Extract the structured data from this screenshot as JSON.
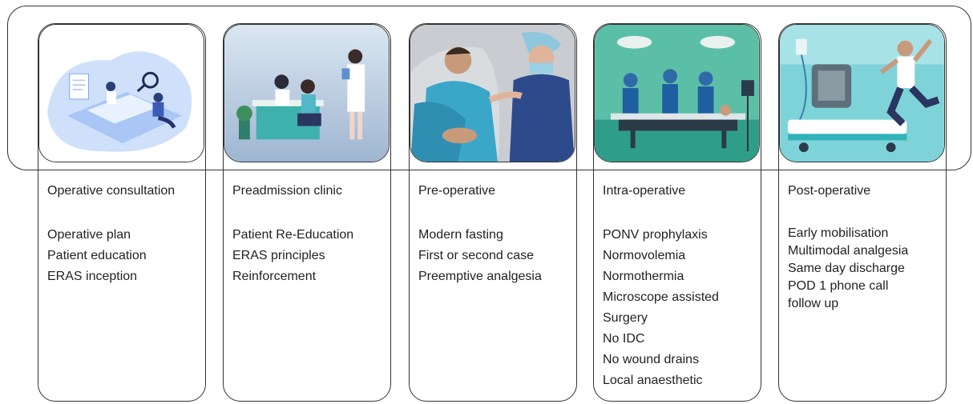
{
  "stages": [
    {
      "heading": "Operative consultation",
      "items": [
        "Operative plan",
        "Patient education",
        "ERAS inception"
      ],
      "image_icon": "consultation-illustration-icon"
    },
    {
      "heading": "Preadmission clinic",
      "items": [
        "Patient Re-Education",
        "ERAS principles",
        "Reinforcement"
      ],
      "image_icon": "preadmission-clinic-illustration-icon"
    },
    {
      "heading": "Pre-operative",
      "items": [
        "Modern fasting",
        "First or second case",
        "Preemptive analgesia"
      ],
      "image_icon": "preoperative-patient-illustration-icon"
    },
    {
      "heading": "Intra-operative",
      "items": [
        "PONV prophylaxis",
        "Normovolemia",
        "Normothermia",
        "Microscope assisted",
        "Surgery",
        "No IDC",
        "No wound drains",
        "Local anaesthetic"
      ],
      "image_icon": "operating-room-illustration-icon"
    },
    {
      "heading": "Post-operative",
      "items": [
        "Early mobilisation",
        "Multimodal analgesia",
        "Same day discharge",
        "POD 1 phone call",
        "follow up"
      ],
      "image_icon": "postoperative-recovery-illustration-icon"
    }
  ]
}
